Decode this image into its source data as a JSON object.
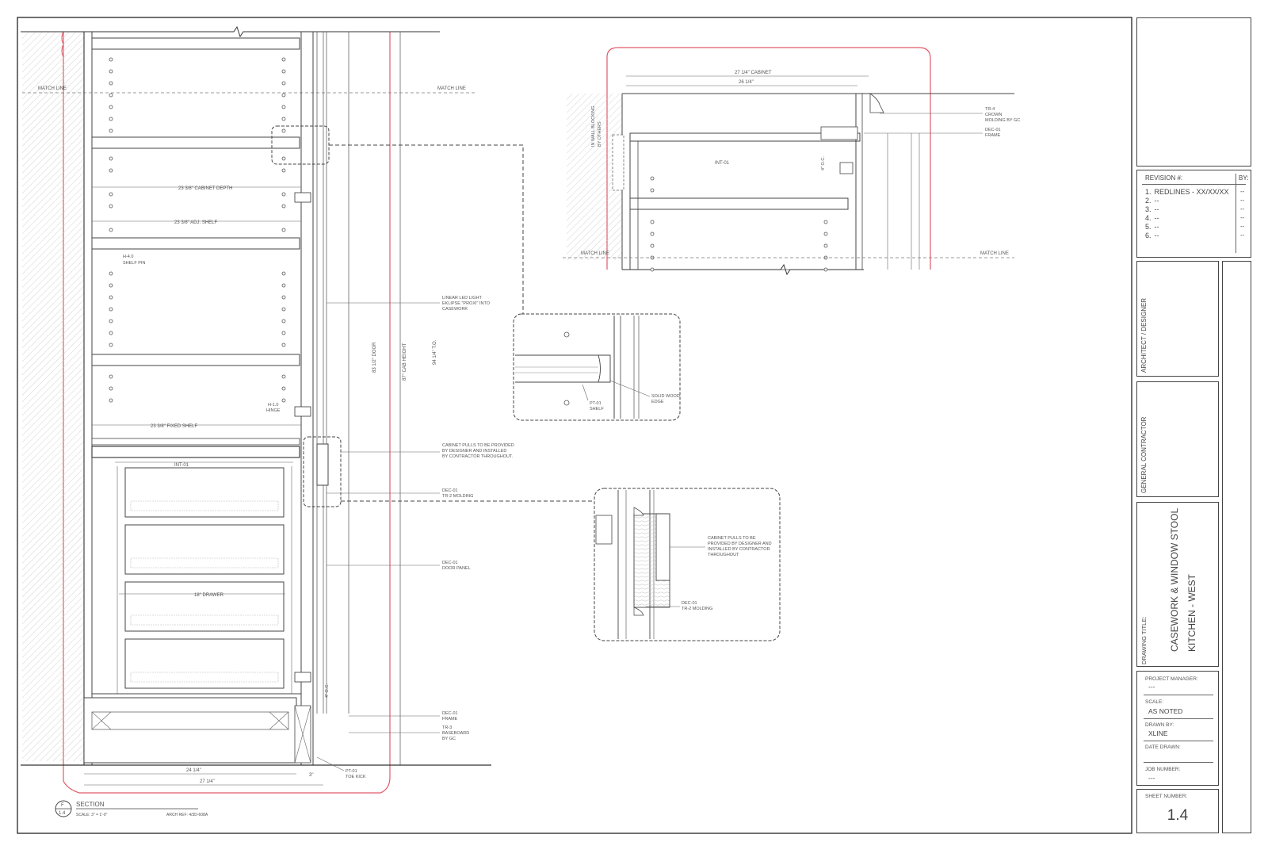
{
  "title_block": {
    "revision_header": "REVISION #:",
    "by_header": "BY:",
    "revisions": [
      {
        "num": "1.",
        "text": "REDLINES - XX/XX/XX",
        "by": "--"
      },
      {
        "num": "2.",
        "text": "--",
        "by": "--"
      },
      {
        "num": "3.",
        "text": "--",
        "by": "--"
      },
      {
        "num": "4.",
        "text": "--",
        "by": "--"
      },
      {
        "num": "5.",
        "text": "--",
        "by": "--"
      },
      {
        "num": "6.",
        "text": "--",
        "by": "--"
      }
    ],
    "architect_label": "ARCHITECT / DESIGNER",
    "contractor_label": "GENERAL CONTRACTOR",
    "drawing_title_label": "DRAWING TITLE:",
    "drawing_title_line1": "CASEWORK & WINDOW STOOL",
    "drawing_title_line2": "KITCHEN - WEST",
    "project_manager_label": "PROJECT MANAGER:",
    "project_manager_value": "---",
    "scale_label": "SCALE:",
    "scale_value": "AS NOTED",
    "drawn_by_label": "DRAWN BY:",
    "drawn_by_value": "XLINE",
    "date_drawn_label": "DATE DRAWN:",
    "date_drawn_value": "",
    "job_number_label": "JOB NUMBER:",
    "job_number_value": "---",
    "sheet_number_label": "SHEET NUMBER:",
    "sheet_number_value": "1.4"
  },
  "section": {
    "match_line": "MATCH LINE",
    "cabinet_depth": "23 3/8\" CABINET DEPTH",
    "adj_shelf": "23 3/8\" ADJ. SHELF",
    "shelf_pin": "H-4.0\nSHELF PIN",
    "led_note": [
      "LINEAR LED LIGHT",
      "EKLIPSE \"PROXI\" INTO",
      "CASEWORK"
    ],
    "hinge": [
      "H-1.0",
      "HINGE"
    ],
    "fixed_shelf": "23 3/8\" FIXED SHELF",
    "int01": "INT-01",
    "drawer": "18\" DRAWER",
    "door_dim": "83 1/2\" DOOR",
    "cab_height": "87\" CAB HEIGHT",
    "to_dim": "94 1/4\" T.O.",
    "pulls_note": [
      "CABINET PULLS TO BE PROVIDED",
      "BY DESIGNER AND INSTALLED",
      "BY CONTRACTOR THROUGHOUT."
    ],
    "molding_note": [
      "DEC-01",
      "TR-2 MOLDING"
    ],
    "door_panel_note": [
      "DEC-01",
      "DOOR PANEL"
    ],
    "frame_note": [
      "DEC-01",
      "FRAME"
    ],
    "baseboard_note": [
      "TR-3",
      "BASEBOARD",
      "BY GC"
    ],
    "toe_kick_note": [
      "PT-01",
      "TOE KICK"
    ],
    "dim_24": "24 1/4\"",
    "dim_27": "27 1/4\"",
    "dim_3": "3\"",
    "dim_4oc": "4\" O.C.",
    "section_tag_top": "F",
    "section_tag_bottom": "1.4",
    "section_title": "SECTION",
    "section_scale": "SCALE: 3\" = 1'-0\"",
    "arch_ref": "ARCH REF:    4/3D-608A"
  },
  "upper_detail": {
    "cabinet_dim": "27 1/4\" CABINET",
    "inner_dim": "26 1/4\"",
    "blocking": [
      "IN WALL BLOCKING",
      "BY OTHERS"
    ],
    "crown_note": [
      "TR-4",
      "CROWN",
      "MOLDING BY GC"
    ],
    "frame_note": [
      "DEC-01",
      "FRAME"
    ],
    "int01": "INT-01",
    "match_line": "MATCH LINE",
    "oc": "4\" O.C."
  },
  "shelf_detail": {
    "solid_wood": [
      "SOLID WOOD",
      "EDGE"
    ],
    "shelf_note": [
      "PT-01",
      "SHELF"
    ]
  },
  "pull_detail": {
    "pulls_note": [
      "CABINET PULLS TO BE",
      "PROVIDED BY DESIGNER AND",
      "INSTALLED BY CONTRACTOR",
      "THROUGHOUT"
    ],
    "molding_note": [
      "DEC-01",
      "TR-2 MOLDING"
    ]
  }
}
